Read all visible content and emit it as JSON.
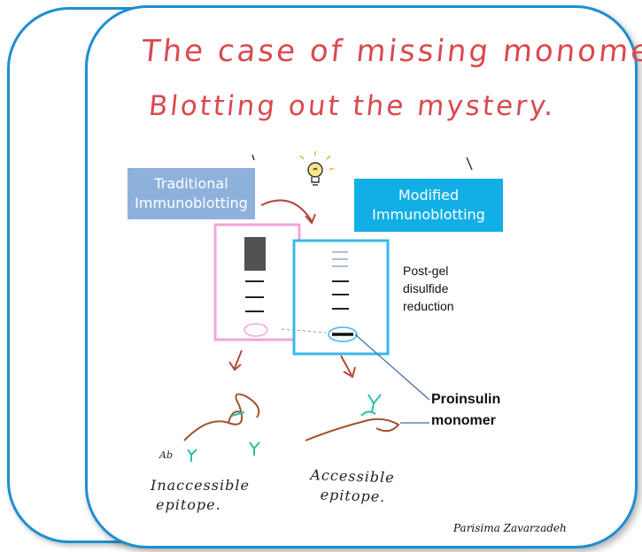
{
  "title": {
    "line1": "The case of missing monomers",
    "line2": "Blotting out the mystery."
  },
  "boxes": {
    "traditional": {
      "line1": "Traditional",
      "line2": "Immunoblotting"
    },
    "modified": {
      "line1": "Modified",
      "line2": "Immunoblotting"
    }
  },
  "annotations": {
    "postgel_line1": "Post-gel",
    "postgel_line2": "disulfide",
    "postgel_line3": "reduction",
    "proinsulin_line1": "Proinsulin",
    "proinsulin_line2": "monomer",
    "ab": "Ab",
    "inaccessible_line1": "Inaccessible",
    "inaccessible_line2": "epitope.",
    "accessible_line1": "Accessible",
    "accessible_line2": "epitope."
  },
  "signature": "Parisima Zavarzadeh",
  "colors": {
    "frame": "#1e8fd0",
    "title": "#d94a4f",
    "traditional_box": "#8eb1dc",
    "modified_box": "#12aee6",
    "traditional_blot_border": "#f2a6d6",
    "modified_blot_border": "#3ab8ea",
    "arrow": "#b04a3a",
    "antibody": "#2bbfa8",
    "protein": "#a0522d"
  }
}
